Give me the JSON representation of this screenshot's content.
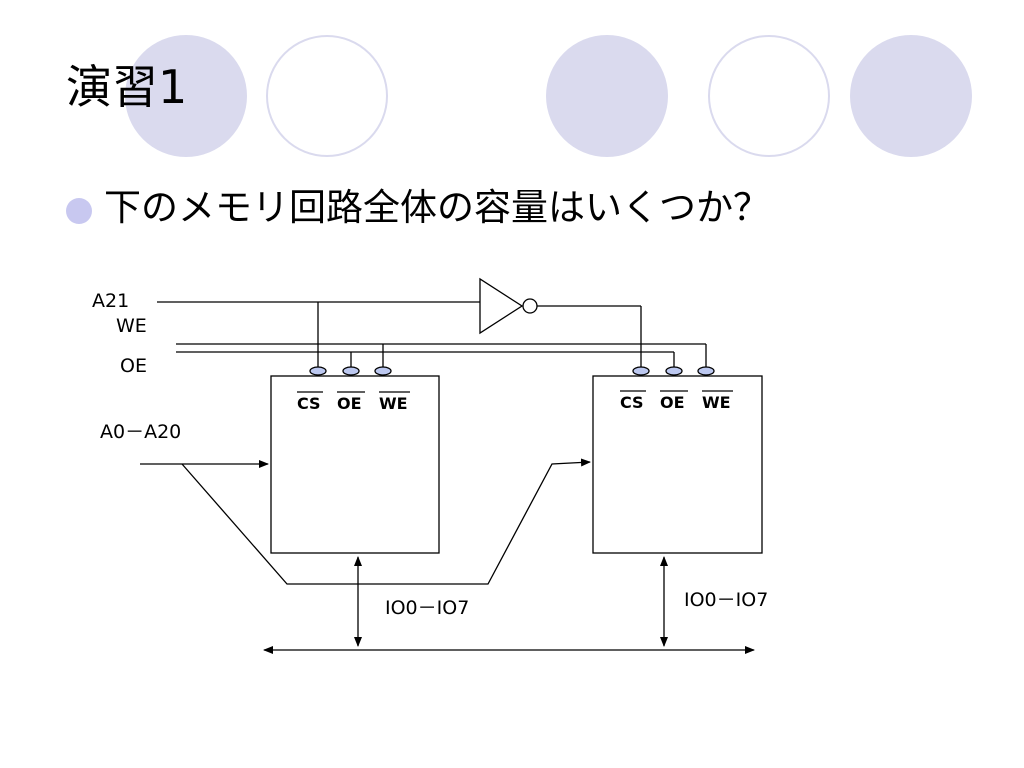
{
  "slide": {
    "title": "演習1",
    "question": "下のメモリ回路全体の容量はいくつか？"
  },
  "circuit": {
    "signals": {
      "a21": "A21",
      "we": "WE",
      "oe": "OE",
      "address": "A0－A20"
    },
    "chips": [
      {
        "pins": [
          "CS",
          "OE",
          "WE"
        ],
        "data_bus": "IO0－IO7"
      },
      {
        "pins": [
          "CS",
          "OE",
          "WE"
        ],
        "data_bus": "IO0－IO7"
      }
    ]
  },
  "colors": {
    "decoration": "#dadaee",
    "bullet": "#c8c8f0",
    "pin_dot": "#bcc8f0"
  }
}
